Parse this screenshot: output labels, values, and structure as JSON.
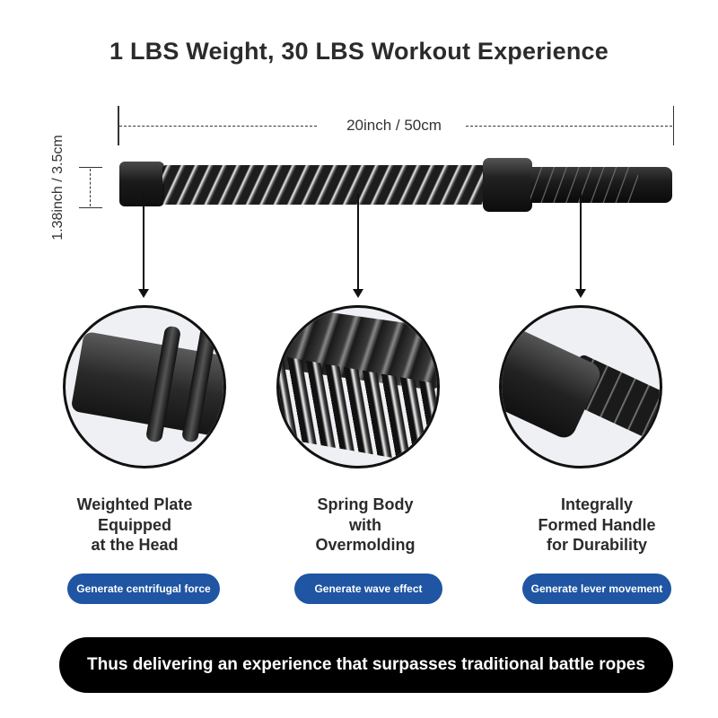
{
  "title": "1 LBS Weight, 30 LBS Workout Experience",
  "dimensions": {
    "length": "20inch / 50cm",
    "diameter": "1.38inch / 3.5cm"
  },
  "features": [
    {
      "title_lines": [
        "Weighted Plate",
        "Equipped",
        "at the Head"
      ],
      "button": "Generate centrifugal force",
      "icon": "weighted-head-closeup"
    },
    {
      "title_lines": [
        "Spring Body",
        "with",
        "Overmolding"
      ],
      "button": "Generate wave effect",
      "icon": "spring-body-closeup"
    },
    {
      "title_lines": [
        "Integrally",
        "Formed Handle",
        "for Durability"
      ],
      "button": "Generate lever movement",
      "icon": "handle-closeup"
    }
  ],
  "banner": "Thus delivering an experience that surpasses traditional battle ropes",
  "colors": {
    "pill_blue": "#1f55a2",
    "banner_black": "#000000",
    "title_text": "#2b2b2b",
    "circle_bg": "#eff0f3"
  }
}
